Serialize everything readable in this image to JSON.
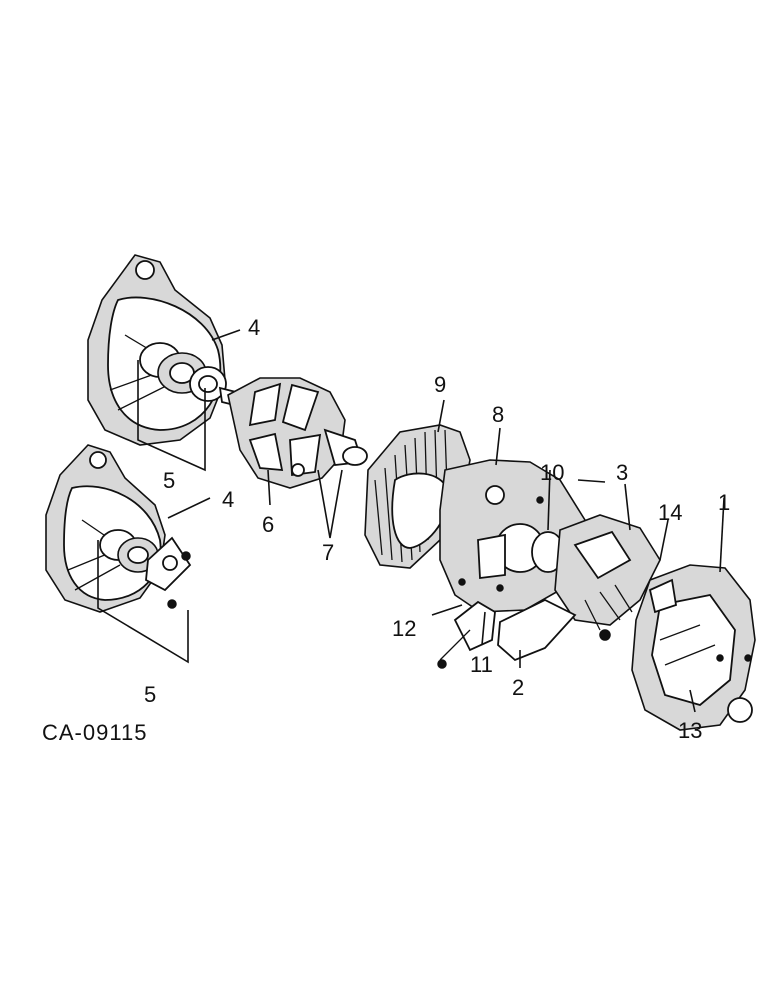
{
  "drawing_code": "CA-09115",
  "callouts": [
    {
      "id": "c1",
      "text": "1"
    },
    {
      "id": "c2",
      "text": "2"
    },
    {
      "id": "c3",
      "text": "3"
    },
    {
      "id": "c4a",
      "text": "4"
    },
    {
      "id": "c4b",
      "text": "4"
    },
    {
      "id": "c5a",
      "text": "5"
    },
    {
      "id": "c5b",
      "text": "5"
    },
    {
      "id": "c6",
      "text": "6"
    },
    {
      "id": "c7",
      "text": "7"
    },
    {
      "id": "c8",
      "text": "8"
    },
    {
      "id": "c9",
      "text": "9"
    },
    {
      "id": "c10",
      "text": "10"
    },
    {
      "id": "c11",
      "text": "11"
    },
    {
      "id": "c12",
      "text": "12"
    },
    {
      "id": "c13",
      "text": "13"
    },
    {
      "id": "c14",
      "text": "14"
    }
  ]
}
